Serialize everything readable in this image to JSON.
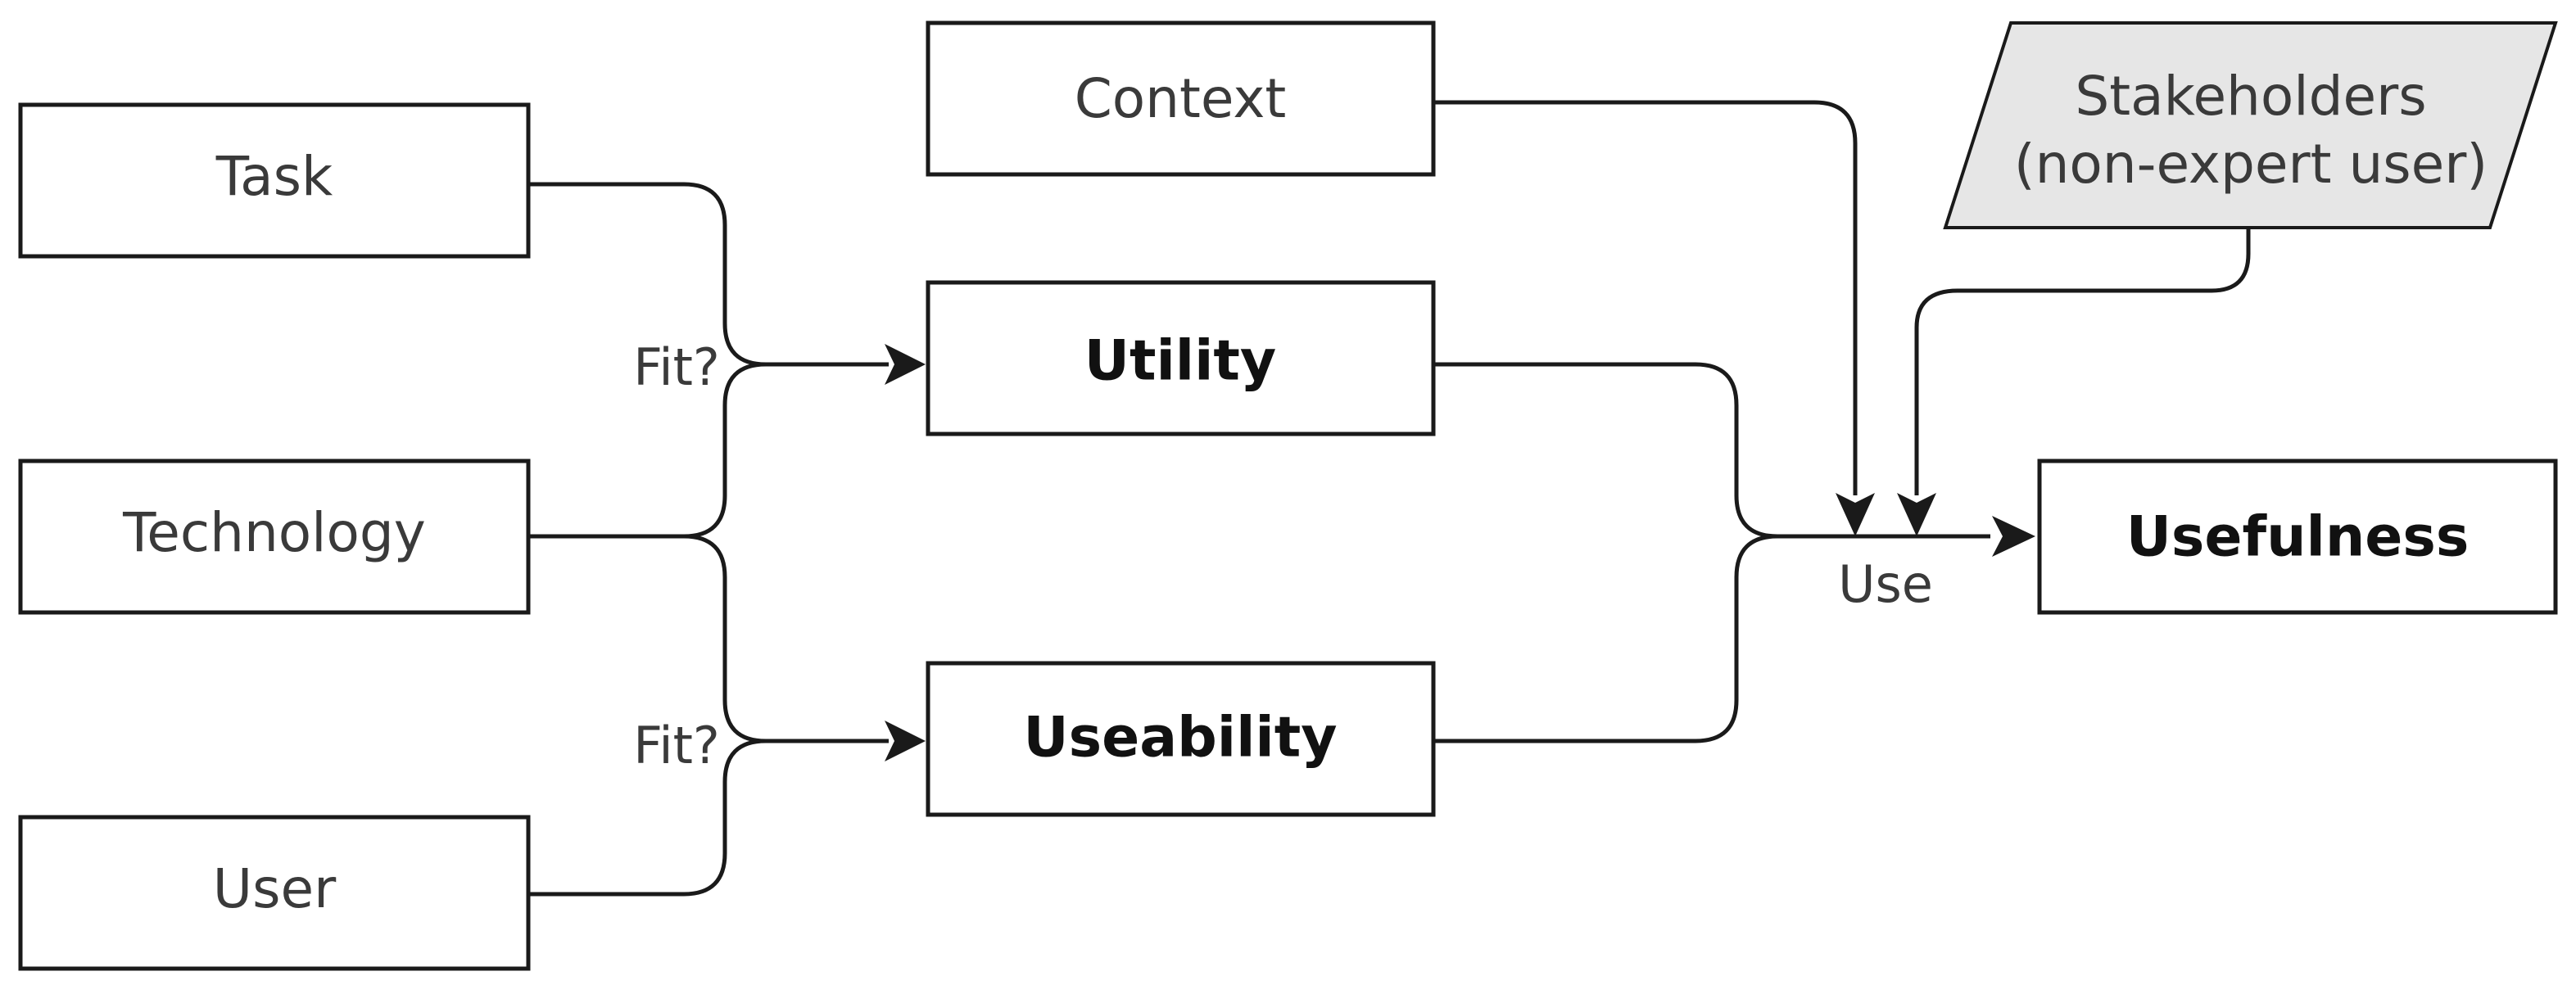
{
  "nodes": {
    "task": "Task",
    "technology": "Technology",
    "user": "User",
    "context": "Context",
    "utility": "Utility",
    "useability": "Useability",
    "usefulness": "Usefulness",
    "stakeholders_line1": "Stakeholders",
    "stakeholders_line2": "(non-expert user)"
  },
  "edge_labels": {
    "fit_top": "Fit?",
    "fit_bottom": "Fit?",
    "use": "Use"
  }
}
